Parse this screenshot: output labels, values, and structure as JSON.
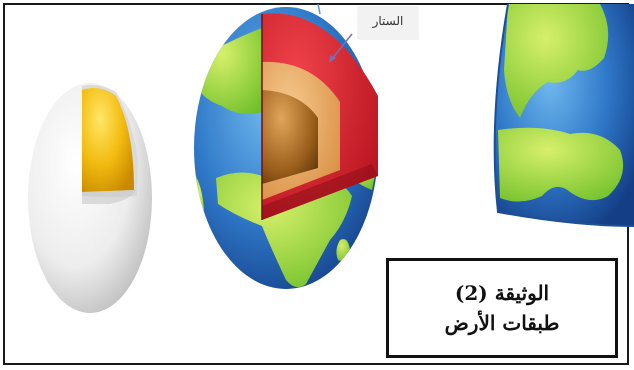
{
  "labels": {
    "mantle": "الستار"
  },
  "document_box": {
    "line1": "الوثيقة (2)",
    "line2": "طبقات الأرض"
  }
}
